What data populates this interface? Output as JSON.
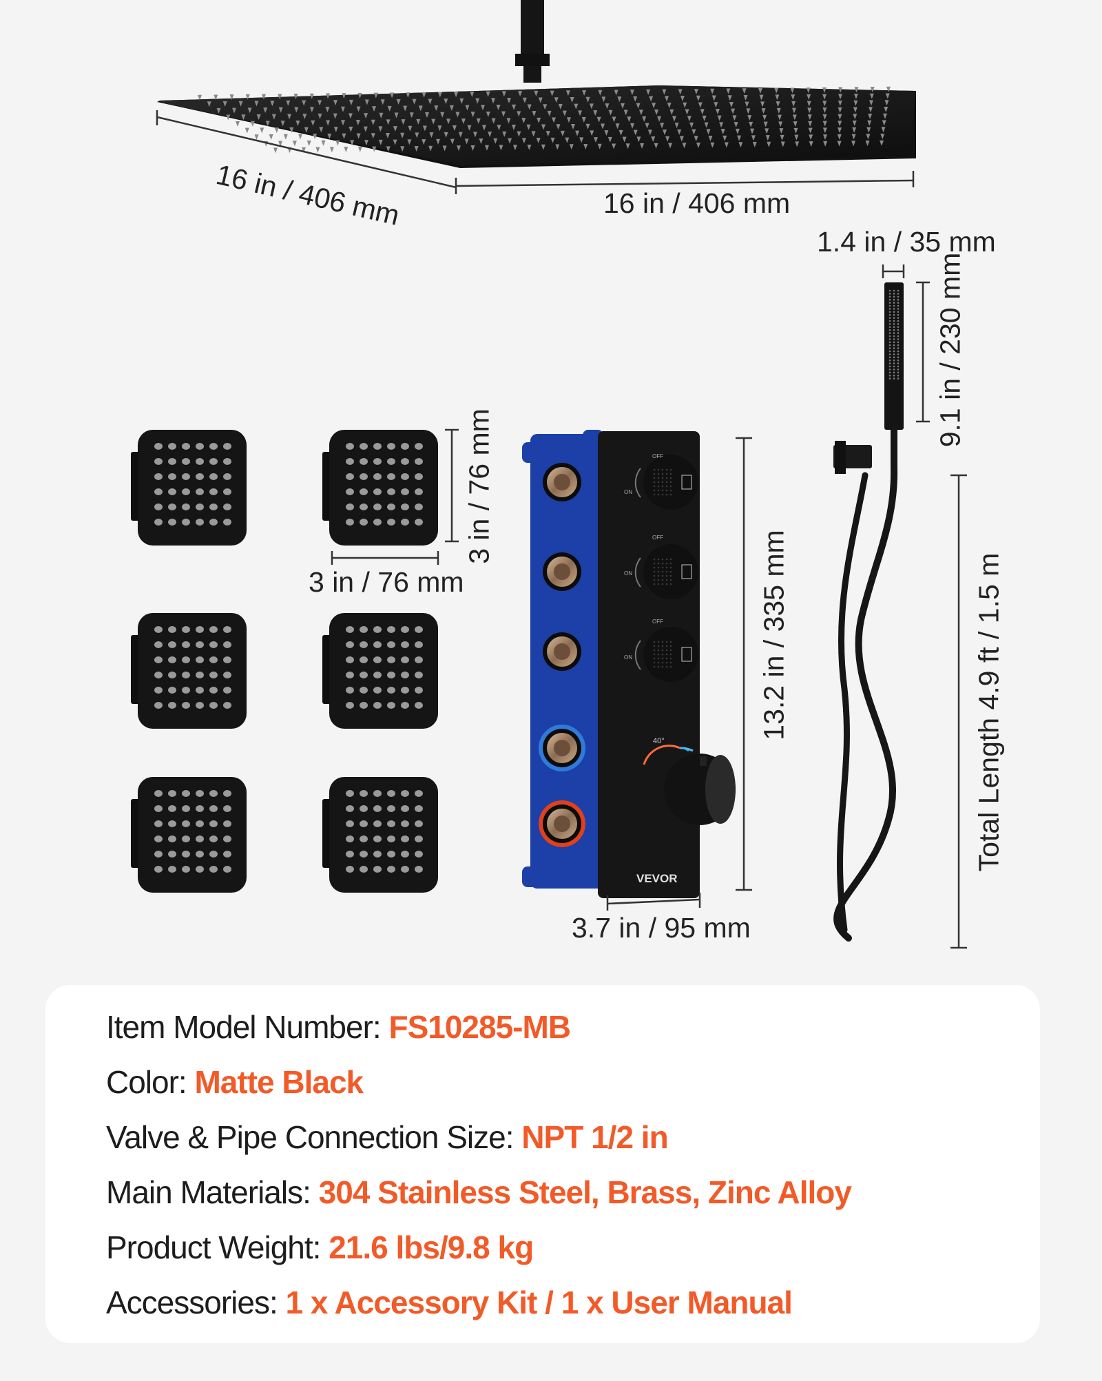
{
  "dimensions": {
    "rain_depth": "16 in / 406 mm",
    "rain_width": "16 in / 406 mm",
    "handheld_width": "1.4 in / 35 mm",
    "handheld_length": "9.1 in / 230 mm",
    "body_jet_height": "3 in / 76 mm",
    "body_jet_width": "3 in / 76 mm",
    "valve_height": "13.2 in / 335 mm",
    "valve_width": "3.7 in / 95 mm",
    "hose_length": "Total Length 4.9 ft / 1.5 m"
  },
  "valve": {
    "brand": "VEVOR",
    "temp_label": "40°",
    "off_label": "OFF",
    "on_label": "ON"
  },
  "specs": [
    {
      "label": "Item Model Number: ",
      "value": "FS10285-MB"
    },
    {
      "label": "Color: ",
      "value": "Matte Black"
    },
    {
      "label": "Valve & Pipe Connection Size: ",
      "value": "NPT 1/2 in"
    },
    {
      "label": "Main Materials: ",
      "value": "304 Stainless Steel, Brass, Zinc Alloy"
    },
    {
      "label": "Product Weight: ",
      "value": "21.6 lbs/9.8 kg"
    },
    {
      "label": "Accessories: ",
      "value": "1 x Accessory Kit / 1 x User Manual"
    }
  ],
  "colors": {
    "accent": "#f25a28",
    "product": "#141414",
    "nozzle": "#9a9a9a",
    "housing_blue": "#1c3fa8"
  }
}
